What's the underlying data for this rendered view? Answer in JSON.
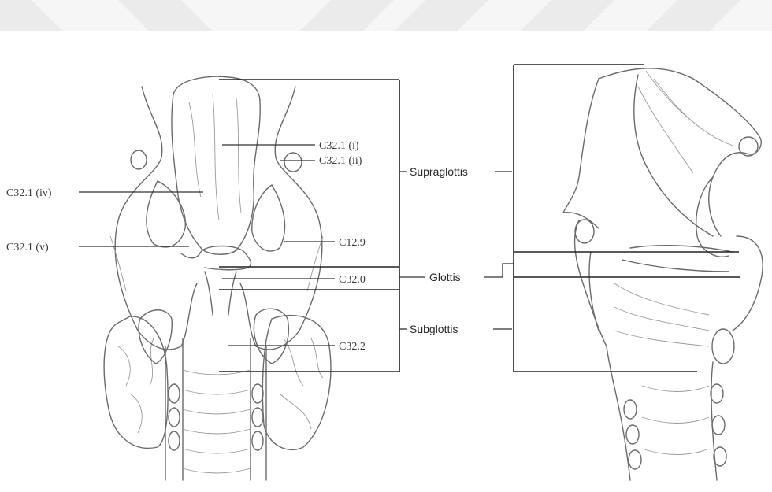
{
  "figure": {
    "codes": {
      "c32_1_i": "C32.1 (i)",
      "c32_1_ii": "C32.1 (ii)",
      "c32_1_iv": "C32.1 (iv)",
      "c32_1_v": "C32.1 (v)",
      "c12_9": "C12.9",
      "c32_0": "C32.0",
      "c32_2": "C32.2"
    },
    "regions": {
      "supraglottis": "Supraglottis",
      "glottis": "Glottis",
      "subglottis": "Subglottis"
    },
    "colors": {
      "line": "#222222",
      "sketch": "#6a6a6a",
      "banner": "#f0f0f0",
      "background": "#ffffff"
    }
  }
}
